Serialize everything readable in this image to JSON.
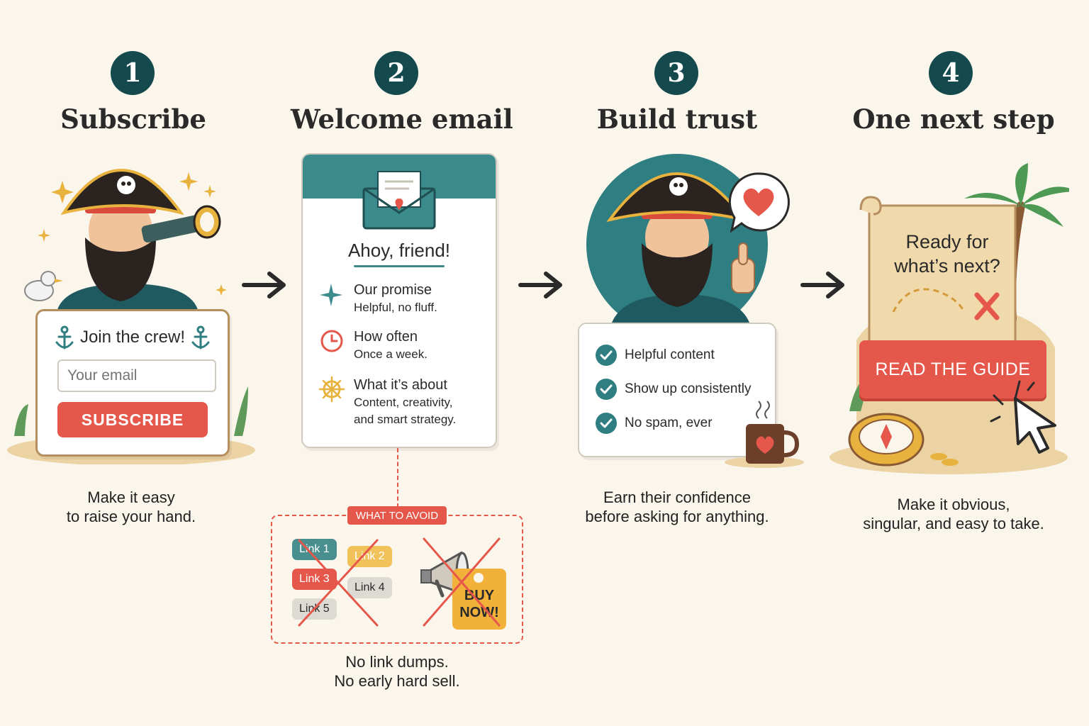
{
  "steps": [
    {
      "number": "1",
      "title": "Subscribe",
      "caption": [
        "Make it easy",
        "to raise your hand."
      ]
    },
    {
      "number": "2",
      "title": "Welcome email",
      "caption": [
        "No link dumps.",
        "No early hard sell."
      ]
    },
    {
      "number": "3",
      "title": "Build trust",
      "caption": [
        "Earn their confidence",
        "before asking for anything."
      ]
    },
    {
      "number": "4",
      "title": "One next step",
      "caption": [
        "Make it obvious,",
        "singular, and easy to take."
      ]
    }
  ],
  "signup": {
    "heading": "Join the crew!",
    "email_placeholder": "Your email",
    "button_label": "SUBSCRIBE"
  },
  "welcome": {
    "greeting": "Ahoy, friend!",
    "items": [
      {
        "title": "Our promise",
        "detail": [
          "Helpful, no fluff."
        ]
      },
      {
        "title": "How often",
        "detail": [
          "Once a week."
        ]
      },
      {
        "title": "What it’s about",
        "detail": [
          "Content, creativity,",
          "and smart strategy."
        ]
      }
    ]
  },
  "avoid": {
    "label": "WHAT TO AVOID",
    "links": [
      "Link 1",
      "Link 2",
      "Link 3",
      "Link 4",
      "Link 5"
    ],
    "tag": [
      "BUY",
      "NOW!"
    ]
  },
  "trust": {
    "items": [
      "Helpful content",
      "Show up consistently",
      "No spam, ever"
    ]
  },
  "next": {
    "scroll_text": [
      "Ready for",
      "what’s next?"
    ],
    "button_label": "READ THE GUIDE"
  },
  "colors": {
    "background": "#fbf6ec",
    "teal": "#144a4e",
    "accent_red": "#e5574a",
    "card_teal": "#3b8a8c",
    "gold": "#e8b23e"
  }
}
